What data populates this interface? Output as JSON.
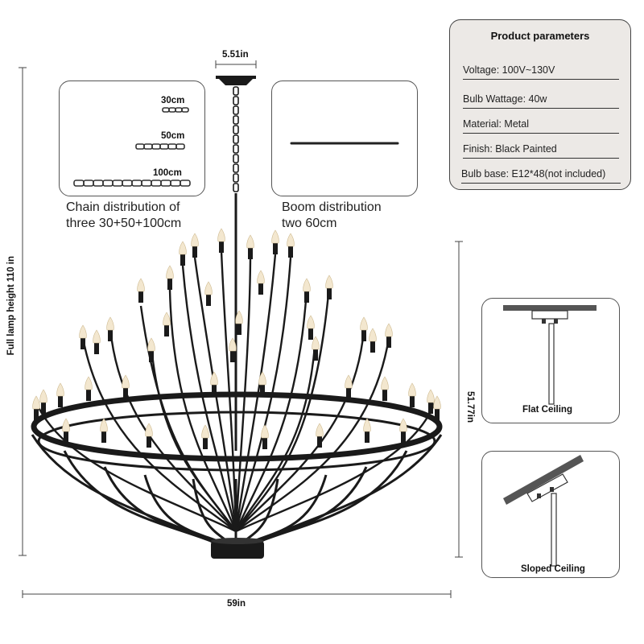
{
  "chain_panel": {
    "labels": [
      "30cm",
      "50cm",
      "100cm"
    ],
    "caption_line1": "Chain distribution of",
    "caption_line2": "three 30+50+100cm"
  },
  "boom_panel": {
    "caption_line1": "Boom distribution",
    "caption_line2": "two 60cm"
  },
  "parameters": {
    "title": "Product parameters",
    "rows": [
      "Voltage: 100V~130V",
      "Bulb Wattage: 40w",
      "Material: Metal",
      "Finish: Black Painted",
      "Bulb base: E12*48(not included)"
    ]
  },
  "dimensions": {
    "canopy_width": "5.51in",
    "full_height": "Full lamp height 110 in",
    "body_height": "51.77in",
    "width": "59in"
  },
  "ceiling": {
    "flat_label": "Flat Ceiling",
    "sloped_label": "Sloped Ceiling"
  },
  "colors": {
    "fixture": "#1a1a1a",
    "panel_border": "#555555",
    "param_bg": "#ece9e6",
    "bulb": "#f3e7cf"
  }
}
